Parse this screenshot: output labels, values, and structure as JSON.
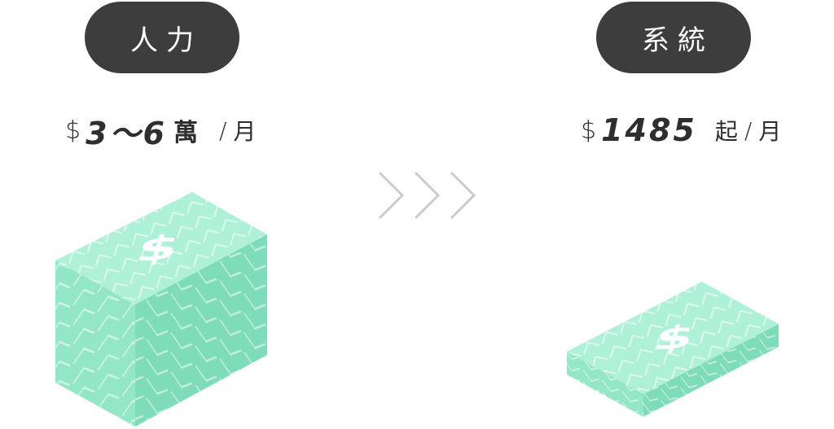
{
  "labels": {
    "manpower": "人力",
    "system": "系統"
  },
  "manpower_price": {
    "currency": "$",
    "amount": "3～6",
    "unit": "萬",
    "separator": "/",
    "period": "月"
  },
  "system_price": {
    "currency": "$",
    "amount": "1485",
    "suffix": "起",
    "separator": "/",
    "period": "月"
  },
  "icons": {
    "arrows": "chevron-right-icon",
    "big_stack": "money-stack-icon",
    "small_stack": "money-stack-icon"
  },
  "colors": {
    "pill_bg": "#3d3d3d",
    "money_green": "#8ee6c9",
    "arrow_gray": "#c9ccd1"
  }
}
